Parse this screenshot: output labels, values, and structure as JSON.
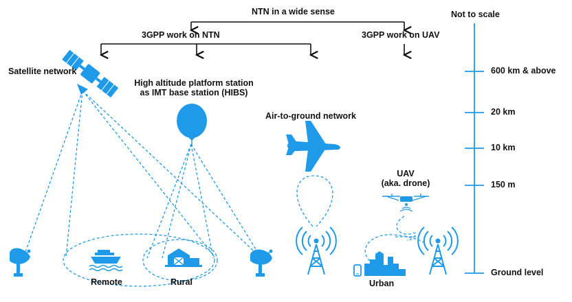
{
  "header": {
    "ntn_wide": "NTN in a wide sense",
    "ntn_3gpp": "3GPP work on NTN",
    "uav_3gpp": "3GPP work on UAV"
  },
  "scale": {
    "title": "Not to scale",
    "levels": [
      "600 km & above",
      "20 km",
      "10 km",
      "150 m",
      "Ground level"
    ]
  },
  "labels": {
    "satellite": "Satellite network",
    "hibs_line1": "High altitude platform station",
    "hibs_line2": "as IMT base station (HIBS)",
    "air_to_ground": "Air-to-ground network",
    "uav_line1": "UAV",
    "uav_line2": "(aka. drone)",
    "remote": "Remote",
    "rural": "Rural",
    "urban": "Urban"
  },
  "colors": {
    "accent": "#1e9ae8",
    "text": "#111111"
  },
  "icons": [
    "satellite-icon",
    "balloon-icon",
    "airplane-icon",
    "drone-icon",
    "dish-icon",
    "tower-icon",
    "ship-icon",
    "barn-icon",
    "city-icon",
    "phone-icon"
  ]
}
